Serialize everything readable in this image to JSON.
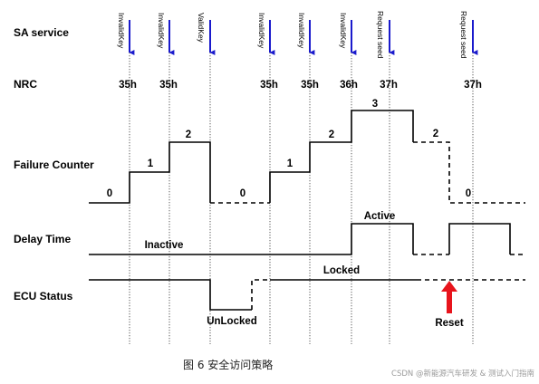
{
  "row_labels": {
    "sa_service": "SA service",
    "nrc": "NRC",
    "failure_counter": "Failure Counter",
    "delay_time": "Delay Time",
    "ecu_status": "ECU Status"
  },
  "services": [
    "InvalidKey",
    "InvalidKey",
    "ValidKey",
    "InvalidKey",
    "InvalidKey",
    "InvalidKey",
    "Request seed",
    "Request seed"
  ],
  "nrc_values": [
    "35h",
    "35h",
    "35h",
    "35h",
    "36h",
    "37h",
    "37h"
  ],
  "counter_values": [
    "0",
    "1",
    "2",
    "0",
    "1",
    "2",
    "3",
    "2",
    "0"
  ],
  "delay_labels": {
    "inactive": "Inactive",
    "active": "Active"
  },
  "ecu_labels": {
    "locked": "Locked",
    "unlocked": "UnLocked",
    "reset": "Reset"
  },
  "caption": "图 6   安全访问策略",
  "watermark": "CSDN @新能源汽车研发 & 测试入门指南",
  "colors": {
    "service_arrow": "#1a1acc",
    "reset_arrow": "#e8141c",
    "line": "#000000"
  }
}
